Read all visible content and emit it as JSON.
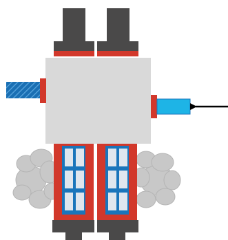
{
  "diagram": {
    "components": [
      {
        "id": "top-left-column",
        "kind": "dark-column-with-red-band"
      },
      {
        "id": "top-right-column",
        "kind": "dark-column-with-red-band"
      },
      {
        "id": "center-housing",
        "kind": "light-gray-block"
      },
      {
        "id": "left-port",
        "kind": "hatched-blue-rod-with-red-flange"
      },
      {
        "id": "right-port",
        "kind": "cyan-rod-with-red-flange"
      },
      {
        "id": "inlet-arrow",
        "kind": "arrow",
        "direction": "left"
      },
      {
        "id": "left-window-panel",
        "kind": "red-panel-with-blue-window-grid"
      },
      {
        "id": "right-window-panel",
        "kind": "red-panel-with-blue-window-grid"
      },
      {
        "id": "left-exhaust-cloud",
        "kind": "gray-smoke-cloud"
      },
      {
        "id": "right-exhaust-cloud",
        "kind": "gray-smoke-cloud"
      },
      {
        "id": "bottom-feet",
        "kind": "dark-base"
      }
    ],
    "window_grid": {
      "rows": 3,
      "cols": 2
    },
    "colors": {
      "dark": "#4a4949",
      "red": "#d2382b",
      "body": "#d9d9d9",
      "blue": "#1a75bb",
      "window": "#dfe6ee",
      "cyan": "#1eb4e6",
      "hatch": "#2a7fc4",
      "smoke": "#c8c8c8",
      "arrow": "#000000"
    }
  }
}
